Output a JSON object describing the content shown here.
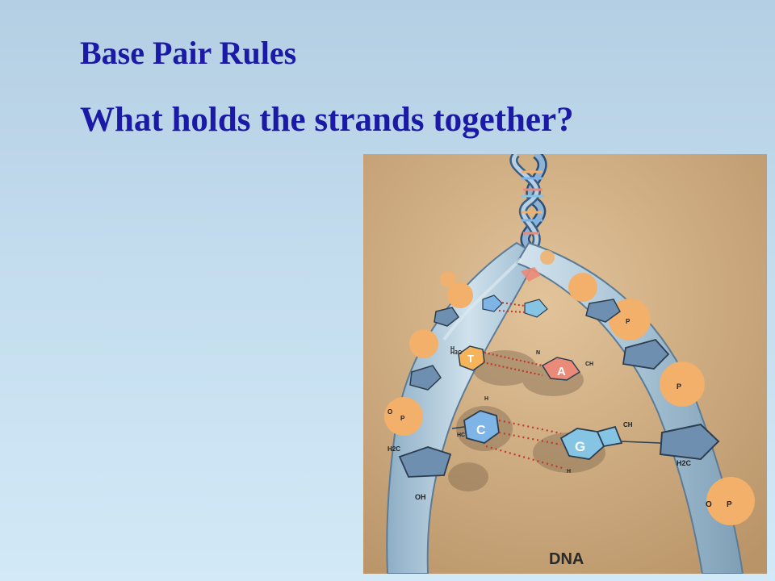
{
  "slide": {
    "title": "Base Pair Rules",
    "question": "What holds the strands together?"
  },
  "figure": {
    "caption": "DNA",
    "bases": {
      "thymine": "T",
      "adenine": "A",
      "cytosine": "C",
      "guanine": "G"
    },
    "atoms": {
      "H": "H",
      "O": "O",
      "N": "N",
      "P": "P",
      "OH": "OH",
      "CH3": "H3C",
      "CH2_left": "H2C",
      "CH2_right": "H2C",
      "CH": "CH",
      "HC": "HC"
    },
    "colors": {
      "background_top": "#b4cee3",
      "background_bottom": "#d2e9f7",
      "title": "#1a1aa6",
      "figure_bg": "#c9a880",
      "strand": "#9cbbd0",
      "phosphate": "#f2b06a",
      "sugar": "#6f8fb0",
      "thymine": "#f6b45a",
      "adenine": "#ec8a7a",
      "cytosine": "#7fb4e6",
      "guanine": "#86c4e4",
      "hydrogen_bond": "#c0392b"
    }
  }
}
